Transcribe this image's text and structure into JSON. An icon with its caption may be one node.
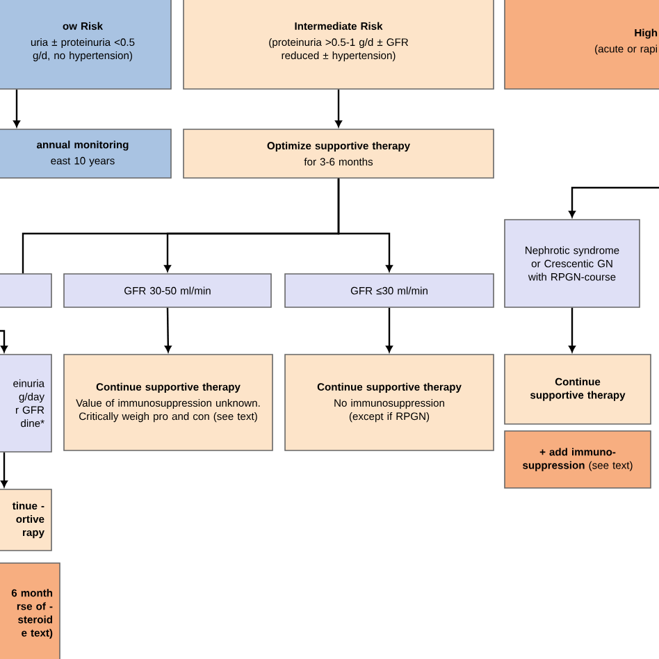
{
  "diagram": {
    "nodes": [
      {
        "text": [
          "ow Risk",
          "uria ± proteinuria <0.5 g/d, no hypertension)"
        ]
      },
      {
        "text": [
          "Intermediate Risk",
          "(proteinuria >0.5-1 g/d ± GFR reduced ± hypertension)"
        ]
      },
      {
        "text": [
          "High",
          "(acute or rapi"
        ]
      },
      {
        "text": [
          "annual monitoring",
          "east 10 years"
        ]
      },
      {
        "text": [
          "Optimize supportive therapy",
          "for 3-6 months"
        ]
      },
      {
        "text": [],
        "shape": "box"
      },
      {
        "text": [
          "GFR 30-50 ml/min"
        ]
      },
      {
        "text": [
          "GFR ≤30 ml/min"
        ]
      },
      {
        "text": [
          "Nephrotic syndrome or Crescentic GN with RPGN-course"
        ]
      },
      {
        "text": [
          "einuria g/day r GFR dine*"
        ]
      },
      {
        "text": [
          "Continue supportive therapy",
          "Value of immunosuppression unknown. Critically weigh pro and con (see text)"
        ]
      },
      {
        "text": [
          "Continue supportive therapy",
          "No immunosuppression (except if RPGN)"
        ]
      },
      {
        "text": [
          "Continue supportive therapy"
        ]
      },
      {
        "text": [
          "**+ add immuno-suppression** (see text)"
        ]
      },
      {
        "text": [
          "tinue -ortive rapy"
        ]
      },
      {
        "text": [
          "6 month rse of -steroid e text)"
        ]
      }
    ],
    "edges": [
      {
        "from": 0,
        "to": 3,
        "arrow": "to"
      },
      {
        "from": 1,
        "to": 4,
        "arrow": "to"
      },
      {
        "from": 4,
        "to": 5,
        "arrow": "none"
      },
      {
        "from": 4,
        "to": 6,
        "arrow": "to"
      },
      {
        "from": 4,
        "to": 7,
        "arrow": "to"
      },
      {
        "from": null,
        "to": 8,
        "arrow": "to"
      },
      {
        "from": null,
        "to": 9,
        "arrow": "to"
      },
      {
        "from": 6,
        "to": 10,
        "arrow": "to"
      },
      {
        "from": 7,
        "to": 11,
        "arrow": "to"
      },
      {
        "from": 8,
        "to": 12,
        "arrow": "to"
      },
      {
        "from": 9,
        "to": 14,
        "arrow": "to"
      }
    ]
  }
}
